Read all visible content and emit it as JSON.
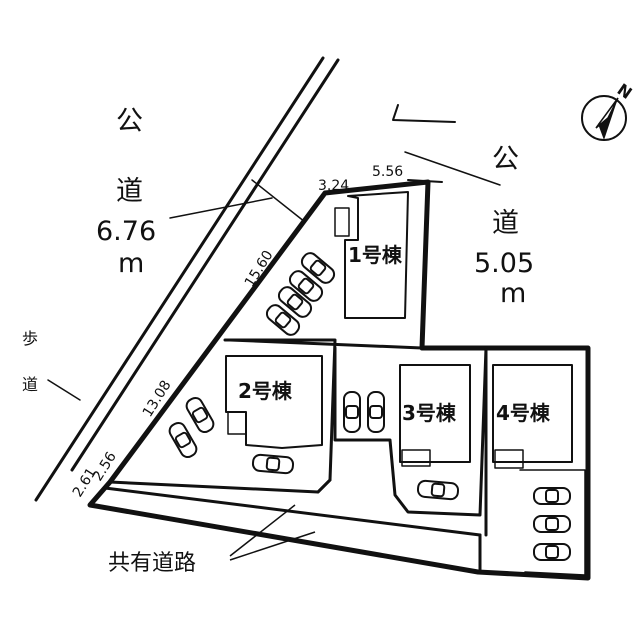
{
  "roads": {
    "west": {
      "kanji1": "公",
      "kanji2": "道",
      "width": "6.76",
      "unit": "m"
    },
    "east": {
      "kanji1": "公",
      "kanji2": "道",
      "width": "5.05",
      "unit": "m"
    },
    "sidewalk": {
      "kanji1": "歩",
      "kanji2": "道"
    },
    "shared": {
      "label": "共有道路"
    }
  },
  "dimensions": {
    "d1": "3.24",
    "d2": "5.56",
    "d3": "15.60",
    "d4": "13.08",
    "d5": "2.56",
    "d6": "2.61"
  },
  "buildings": [
    {
      "label": "1号棟"
    },
    {
      "label": "2号棟"
    },
    {
      "label": "3号棟"
    },
    {
      "label": "4号棟"
    }
  ],
  "compass": {
    "north": "N"
  },
  "colors": {
    "ink": "#111111",
    "paper": "#ffffff"
  }
}
